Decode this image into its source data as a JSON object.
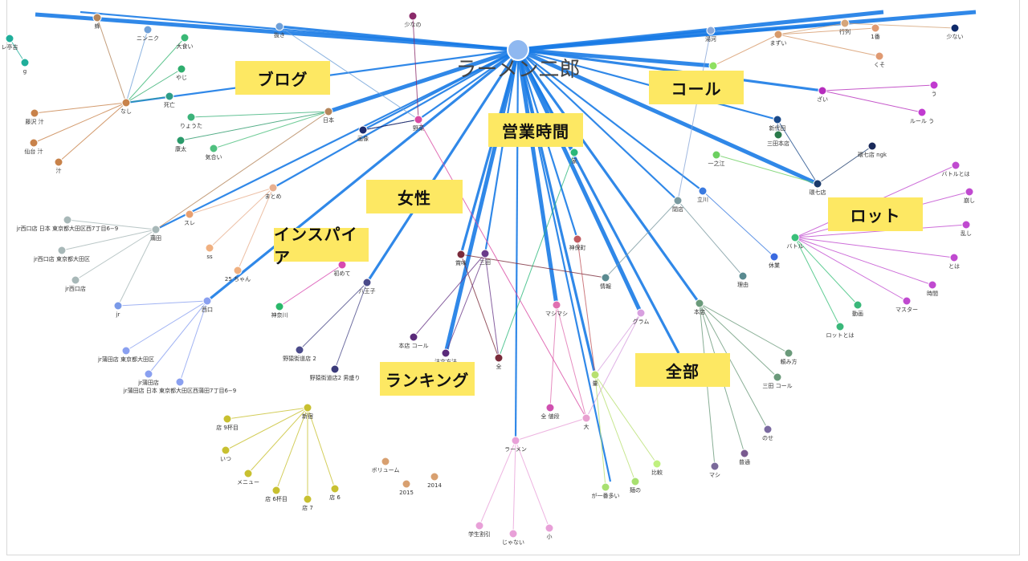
{
  "hub": {
    "label": "ラーメン二郎",
    "color": "#8fb8f0"
  },
  "colors": {
    "hub_edge": "#1a7be6",
    "keyword_bg": "#fde863"
  },
  "keywords": [
    {
      "id": "blog",
      "label": "ブログ"
    },
    {
      "id": "hours",
      "label": "営業時間"
    },
    {
      "id": "call",
      "label": "コール"
    },
    {
      "id": "woman",
      "label": "女性"
    },
    {
      "id": "inspire",
      "label": "インスパイア"
    },
    {
      "id": "lot",
      "label": "ロット"
    },
    {
      "id": "ranking",
      "label": "ランキング"
    },
    {
      "id": "all",
      "label": "全部"
    }
  ],
  "nodes": [
    {
      "id": "sanpo",
      "label": "少なの",
      "color": "#8a2a6a"
    },
    {
      "id": "nin",
      "label": "ニンニク",
      "color": "#6fa0d8"
    },
    {
      "id": "nuki",
      "label": "抜き",
      "color": "#6fa0d8"
    },
    {
      "id": "ookui",
      "label": "大食い",
      "color": "#3ab876"
    },
    {
      "id": "yaji",
      "label": "やじ",
      "color": "#2fae6e"
    },
    {
      "id": "shibou",
      "label": "死亡",
      "color": "#2e9d88"
    },
    {
      "id": "ryouta",
      "label": "りょうた",
      "color": "#3cb37a"
    },
    {
      "id": "yasuta",
      "label": "康太",
      "color": "#2a9a6a"
    },
    {
      "id": "kiai",
      "label": "気合い",
      "color": "#4fc07f"
    },
    {
      "id": "nashi",
      "label": "なし",
      "color": "#c8824a"
    },
    {
      "id": "fujisawa",
      "label": "藤沢 汁",
      "color": "#c8824a"
    },
    {
      "id": "sendai",
      "label": "仙台 汁",
      "color": "#c8824a"
    },
    {
      "id": "shiru",
      "label": "汁",
      "color": "#c8824a"
    },
    {
      "id": "hachi",
      "label": "蜂",
      "color": "#b5865b"
    },
    {
      "id": "teikichi",
      "label": "レ亭吉",
      "color": "#1fae9a"
    },
    {
      "id": "g",
      "label": "g",
      "color": "#1fae9a"
    },
    {
      "id": "yasai",
      "label": "野菜",
      "color": "#d94aa3"
    },
    {
      "id": "nihon",
      "label": "日本",
      "color": "#b5865b"
    },
    {
      "id": "gazou",
      "label": "画像",
      "color": "#1f2d6e"
    },
    {
      "id": "gyouretsu",
      "label": "行列",
      "color": "#d5a57a"
    },
    {
      "id": "ichiban",
      "label": "1番",
      "color": "#e09a72"
    },
    {
      "id": "kuso",
      "label": "くそ",
      "color": "#e09a72"
    },
    {
      "id": "mazui",
      "label": "まずい",
      "color": "#d79a6a"
    },
    {
      "id": "sukunai",
      "label": "少ない",
      "color": "#0e2a6a"
    },
    {
      "id": "yuushi",
      "label": "湯河",
      "color": "#8aa8d8"
    },
    {
      "id": "zai",
      "label": "ざい",
      "color": "#b62dbd"
    },
    {
      "id": "u",
      "label": "う",
      "color": "#c13ad0"
    },
    {
      "id": "rule",
      "label": "ルール う",
      "color": "#c13ad0"
    },
    {
      "id": "lime1",
      "label": "",
      "color": "#8fe060"
    },
    {
      "id": "shindai",
      "label": "新代田",
      "color": "#1a4a8a"
    },
    {
      "id": "mita_honten",
      "label": "三田本店",
      "color": "#2a7a4a"
    },
    {
      "id": "kan7ngk",
      "label": "環七店 ngk",
      "color": "#1a2a5a"
    },
    {
      "id": "kan7",
      "label": "環七店",
      "color": "#1a3a6a"
    },
    {
      "id": "ichinoe",
      "label": "一之江",
      "color": "#6cd060"
    },
    {
      "id": "ie",
      "label": "家",
      "color": "#2ab87a"
    },
    {
      "id": "tachikawa",
      "label": "立川",
      "color": "#3a7ae0"
    },
    {
      "id": "heiten",
      "label": "閉店",
      "color": "#7a9aa0"
    },
    {
      "id": "battle",
      "label": "バトル",
      "color": "#3ac07a"
    },
    {
      "id": "battle_toha",
      "label": "バトルとは",
      "color": "#c04ad0"
    },
    {
      "id": "kuzushi",
      "label": "崩し",
      "color": "#c04ad0"
    },
    {
      "id": "midashi",
      "label": "乱し",
      "color": "#c04ad0"
    },
    {
      "id": "toha",
      "label": "とは",
      "color": "#c04ad0"
    },
    {
      "id": "jikan",
      "label": "時間",
      "color": "#c04ad0"
    },
    {
      "id": "master",
      "label": "マスター",
      "color": "#c04ad0"
    },
    {
      "id": "kyuugyou",
      "label": "休業",
      "color": "#3a6ae0"
    },
    {
      "id": "douga",
      "label": "動画",
      "color": "#3ab87a"
    },
    {
      "id": "lot_toha",
      "label": "ロットとは",
      "color": "#3ab87a"
    },
    {
      "id": "riyuu",
      "label": "理由",
      "color": "#5a8a90"
    },
    {
      "id": "jinbo",
      "label": "神保町",
      "color": "#c05a60"
    },
    {
      "id": "jouhou",
      "label": "情報",
      "color": "#5a8a90"
    },
    {
      "id": "matome",
      "label": "まとめ",
      "color": "#e8b090"
    },
    {
      "id": "sure",
      "label": "スレ",
      "color": "#e8a070"
    },
    {
      "id": "ss",
      "label": "ss",
      "color": "#f0b080"
    },
    {
      "id": "25chan",
      "label": "25 ちゃん",
      "color": "#f0b080"
    },
    {
      "id": "kamata",
      "label": "蒲田",
      "color": "#a8b8b8"
    },
    {
      "id": "jr_nishiguchi_full",
      "label": "jr西口店 日本 東京都大田区西7丁目6−9",
      "color": "#a8b8b8"
    },
    {
      "id": "jr_nishiguchi_ku",
      "label": "jr西口店 東京都大田区",
      "color": "#a8b8b8"
    },
    {
      "id": "jr_nishiguchi",
      "label": "jr西口店",
      "color": "#a8b8b8"
    },
    {
      "id": "jr",
      "label": "jr",
      "color": "#7a9ae8"
    },
    {
      "id": "nishiguchi",
      "label": "西口",
      "color": "#8aa0f0"
    },
    {
      "id": "jr_kamata_ku",
      "label": "jr蒲田店 東京都大田区",
      "color": "#8aa0f0"
    },
    {
      "id": "jr_kamata",
      "label": "jr蒲田店",
      "color": "#8aa0f0"
    },
    {
      "id": "jr_kamata_full",
      "label": "jr蒲田店 日本 東京都大田区西蒲田7丁目6−9",
      "color": "#8aa0f0"
    },
    {
      "id": "hajimete",
      "label": "初めて",
      "color": "#d84ab0"
    },
    {
      "id": "kanagawa",
      "label": "神奈川",
      "color": "#2ab86a"
    },
    {
      "id": "hachioji",
      "label": "八王子",
      "color": "#4a4a8a"
    },
    {
      "id": "noge2",
      "label": "野猿街道店 2",
      "color": "#4a4a8a"
    },
    {
      "id": "noge2_mori",
      "label": "野猿街道店2 男盛り",
      "color": "#3a3a7a"
    },
    {
      "id": "shinjuku",
      "label": "新宿",
      "color": "#c8c030"
    },
    {
      "id": "kamishi",
      "label": "賞味",
      "color": "#7a2a3a"
    },
    {
      "id": "mita",
      "label": "三田",
      "color": "#6a3a8a"
    },
    {
      "id": "honten_call",
      "label": "本店 コール",
      "color": "#5a2a7a"
    },
    {
      "id": "chuumon",
      "label": "注文方法",
      "color": "#5a2a7a"
    },
    {
      "id": "zen",
      "label": "全",
      "color": "#7a2a3a"
    },
    {
      "id": "mashimashi",
      "label": "マシマシ",
      "color": "#e070b0"
    },
    {
      "id": "zen_nedan",
      "label": "全 値段",
      "color": "#d050b0"
    },
    {
      "id": "gram",
      "label": "グラム",
      "color": "#d8a0e0"
    },
    {
      "id": "honten",
      "label": "本店",
      "color": "#6a9a7a"
    },
    {
      "id": "tanomikata",
      "label": "頼み方",
      "color": "#6a9a7a"
    },
    {
      "id": "mita_call",
      "label": "三田 コール",
      "color": "#6a9a7a"
    },
    {
      "id": "ryou",
      "label": "量",
      "color": "#b8e070"
    },
    {
      "id": "dai",
      "label": "大",
      "color": "#e8a0d0"
    },
    {
      "id": "ramen",
      "label": "ラーメン",
      "color": "#e8a0d8"
    },
    {
      "id": "gakusei",
      "label": "学生割引",
      "color": "#e8a0d8"
    },
    {
      "id": "janai",
      "label": "じゃない",
      "color": "#e8a0d8"
    },
    {
      "id": "shou",
      "label": "小",
      "color": "#e8a0d8"
    },
    {
      "id": "ga_ichiban",
      "label": "が一番多い",
      "color": "#a8e070"
    },
    {
      "id": "men",
      "label": "麺の",
      "color": "#a8e070"
    },
    {
      "id": "hikaku",
      "label": "比較",
      "color": "#c0f080"
    },
    {
      "id": "none",
      "label": "のせ",
      "color": "#7a6aa0"
    },
    {
      "id": "futsuu",
      "label": "普通",
      "color": "#7a5a90"
    },
    {
      "id": "mashi",
      "label": "マシ",
      "color": "#7a6a9a"
    },
    {
      "id": "volume",
      "label": "ボリューム",
      "color": "#d8a070"
    },
    {
      "id": "y2015",
      "label": "2015",
      "color": "#d8a070"
    },
    {
      "id": "y2014",
      "label": "2014",
      "color": "#d8a070"
    },
    {
      "id": "mise9",
      "label": "店 9杯目",
      "color": "#c8c030"
    },
    {
      "id": "itsu",
      "label": "いつ",
      "color": "#c8c030"
    },
    {
      "id": "menu",
      "label": "メニュー",
      "color": "#c8c030"
    },
    {
      "id": "mise6hai",
      "label": "店 6杯目",
      "color": "#c8c030"
    },
    {
      "id": "mise7",
      "label": "店 7",
      "color": "#c8c030"
    },
    {
      "id": "mise6",
      "label": "店 6",
      "color": "#c8c030"
    }
  ],
  "links": [
    [
      "sanpo",
      "yasai"
    ],
    [
      "nuki",
      "yasai"
    ],
    [
      "nin",
      "nashi"
    ],
    [
      "ookui",
      "nashi"
    ],
    [
      "yaji",
      "nashi"
    ],
    [
      "shibou",
      "nashi"
    ],
    [
      "ryouta",
      "nihon"
    ],
    [
      "yasuta",
      "nihon"
    ],
    [
      "kiai",
      "nihon"
    ],
    [
      "nashi",
      "fujisawa"
    ],
    [
      "nashi",
      "sendai"
    ],
    [
      "nashi",
      "shiru"
    ],
    [
      "hachi",
      "nashi"
    ],
    [
      "teikichi",
      "g"
    ],
    [
      "gazou",
      "yasai"
    ],
    [
      "gyouretsu",
      "mazui"
    ],
    [
      "mazui",
      "ichiban"
    ],
    [
      "mazui",
      "kuso"
    ],
    [
      "mazui",
      "lime1"
    ],
    [
      "gyouretsu",
      "sukunai"
    ],
    [
      "zai",
      "u"
    ],
    [
      "zai",
      "rule"
    ],
    [
      "shindai",
      "mita_honten"
    ],
    [
      "shindai",
      "kan7"
    ],
    [
      "kan7",
      "kan7ngk"
    ],
    [
      "ichinoe",
      "kan7"
    ],
    [
      "tachikawa",
      "kyuugyou"
    ],
    [
      "heiten",
      "riyuu"
    ],
    [
      "heiten",
      "jouhou"
    ],
    [
      "battle",
      "douga"
    ],
    [
      "battle",
      "lot_toha"
    ],
    [
      "battle_toha",
      "battle"
    ],
    [
      "kuzushi",
      "battle"
    ],
    [
      "midashi",
      "battle"
    ],
    [
      "toha",
      "battle"
    ],
    [
      "jikan",
      "battle"
    ],
    [
      "master",
      "battle"
    ],
    [
      "matome",
      "sure"
    ],
    [
      "matome",
      "ss"
    ],
    [
      "matome",
      "25chan"
    ],
    [
      "kamata",
      "jr_nishiguchi_full"
    ],
    [
      "kamata",
      "jr_nishiguchi_ku"
    ],
    [
      "kamata",
      "jr_nishiguchi"
    ],
    [
      "kamata",
      "jr"
    ],
    [
      "nishiguchi",
      "jr"
    ],
    [
      "nishiguchi",
      "jr_kamata_ku"
    ],
    [
      "nishiguchi",
      "jr_kamata"
    ],
    [
      "nishiguchi",
      "jr_kamata_full"
    ],
    [
      "hajimete",
      "kanagawa"
    ],
    [
      "hachioji",
      "noge2"
    ],
    [
      "hachioji",
      "noge2_mori"
    ],
    [
      "shinjuku",
      "mise9"
    ],
    [
      "shinjuku",
      "itsu"
    ],
    [
      "shinjuku",
      "menu"
    ],
    [
      "shinjuku",
      "mise6hai"
    ],
    [
      "shinjuku",
      "mise7"
    ],
    [
      "shinjuku",
      "mise6"
    ],
    [
      "kamishi",
      "zen"
    ],
    [
      "kamishi",
      "jouhou"
    ],
    [
      "mita",
      "honten_call"
    ],
    [
      "mita",
      "chuumon"
    ],
    [
      "mita",
      "zen"
    ],
    [
      "mashimashi",
      "zen_nedan"
    ],
    [
      "mashimashi",
      "dai"
    ],
    [
      "gram",
      "ryou"
    ],
    [
      "gram",
      "dai"
    ],
    [
      "honten",
      "tanomikata"
    ],
    [
      "honten",
      "mita_call"
    ],
    [
      "honten",
      "none"
    ],
    [
      "honten",
      "futsuu"
    ],
    [
      "honten",
      "mashi"
    ],
    [
      "ramen",
      "gakusei"
    ],
    [
      "ramen",
      "janai"
    ],
    [
      "ramen",
      "shou"
    ],
    [
      "ramen",
      "dai"
    ],
    [
      "ryou",
      "ga_ichiban"
    ],
    [
      "ryou",
      "men"
    ],
    [
      "ryou",
      "hikaku"
    ],
    [
      "jinbo",
      "ryou"
    ],
    [
      "yasai",
      "dai"
    ],
    [
      "gazou",
      "yasai"
    ],
    [
      "yuushi",
      "heiten"
    ],
    [
      "ie",
      "zen"
    ],
    [
      "nihon",
      "kamata"
    ]
  ]
}
